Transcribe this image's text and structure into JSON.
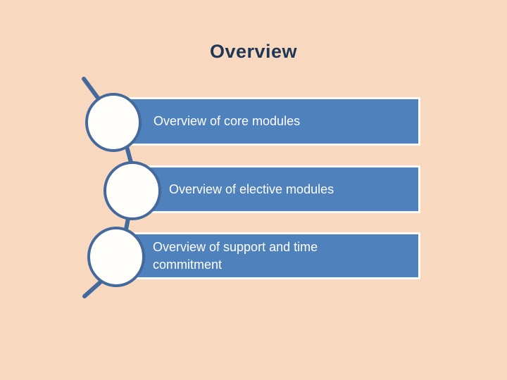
{
  "slide": {
    "title": "Overview",
    "items": [
      {
        "label": "Overview of core modules"
      },
      {
        "label": "Overview of elective modules"
      },
      {
        "label": "Overview of support and time\ncommitment"
      }
    ],
    "icons": {
      "node_circle": "white-ellipse-bullet",
      "connector": "diagonal-zigzag-line"
    },
    "colors": {
      "background": "#f8d9c0",
      "bar_fill": "#4f81bd",
      "bar_border": "#fdfdf8",
      "bar_text": "#fefefe",
      "node_fill": "#fffefb",
      "node_stroke": "#44699c",
      "title_text": "#1f3655"
    }
  }
}
